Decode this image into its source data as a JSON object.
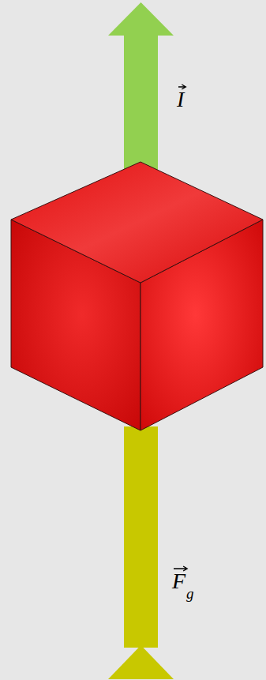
{
  "diagram": {
    "labels": [
      "I",
      "F",
      "g"
    ]
  }
}
